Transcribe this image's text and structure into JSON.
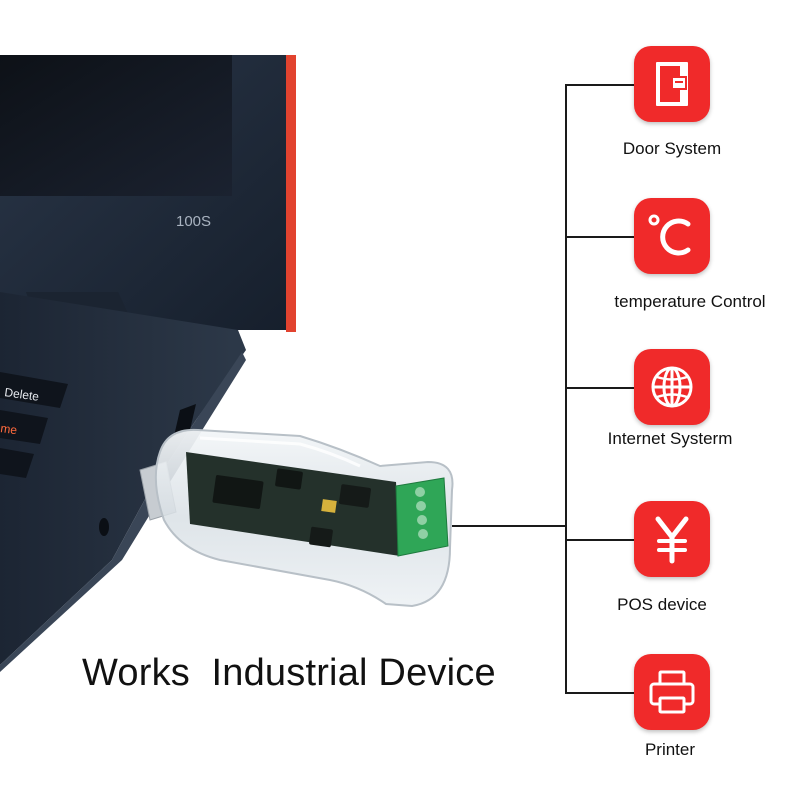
{
  "headline": "Works  Industrial Device",
  "laptop": {
    "model_label": "100S"
  },
  "keyboard": {
    "delete_key": "Delete",
    "partial_key": "me"
  },
  "applications": [
    {
      "label": "Door System",
      "icon": "door-icon"
    },
    {
      "label": "temperature Control",
      "icon": "celsius-icon"
    },
    {
      "label": "Internet Systerm",
      "icon": "globe-icon"
    },
    {
      "label": "POS device",
      "icon": "yen-icon"
    },
    {
      "label": "Printer",
      "icon": "printer-icon"
    }
  ],
  "colors": {
    "tile_red": "#f02a2a",
    "laptop_accent": "#e2432f",
    "laptop_body": "#1f2a3a",
    "terminal_green": "#2fa657"
  }
}
